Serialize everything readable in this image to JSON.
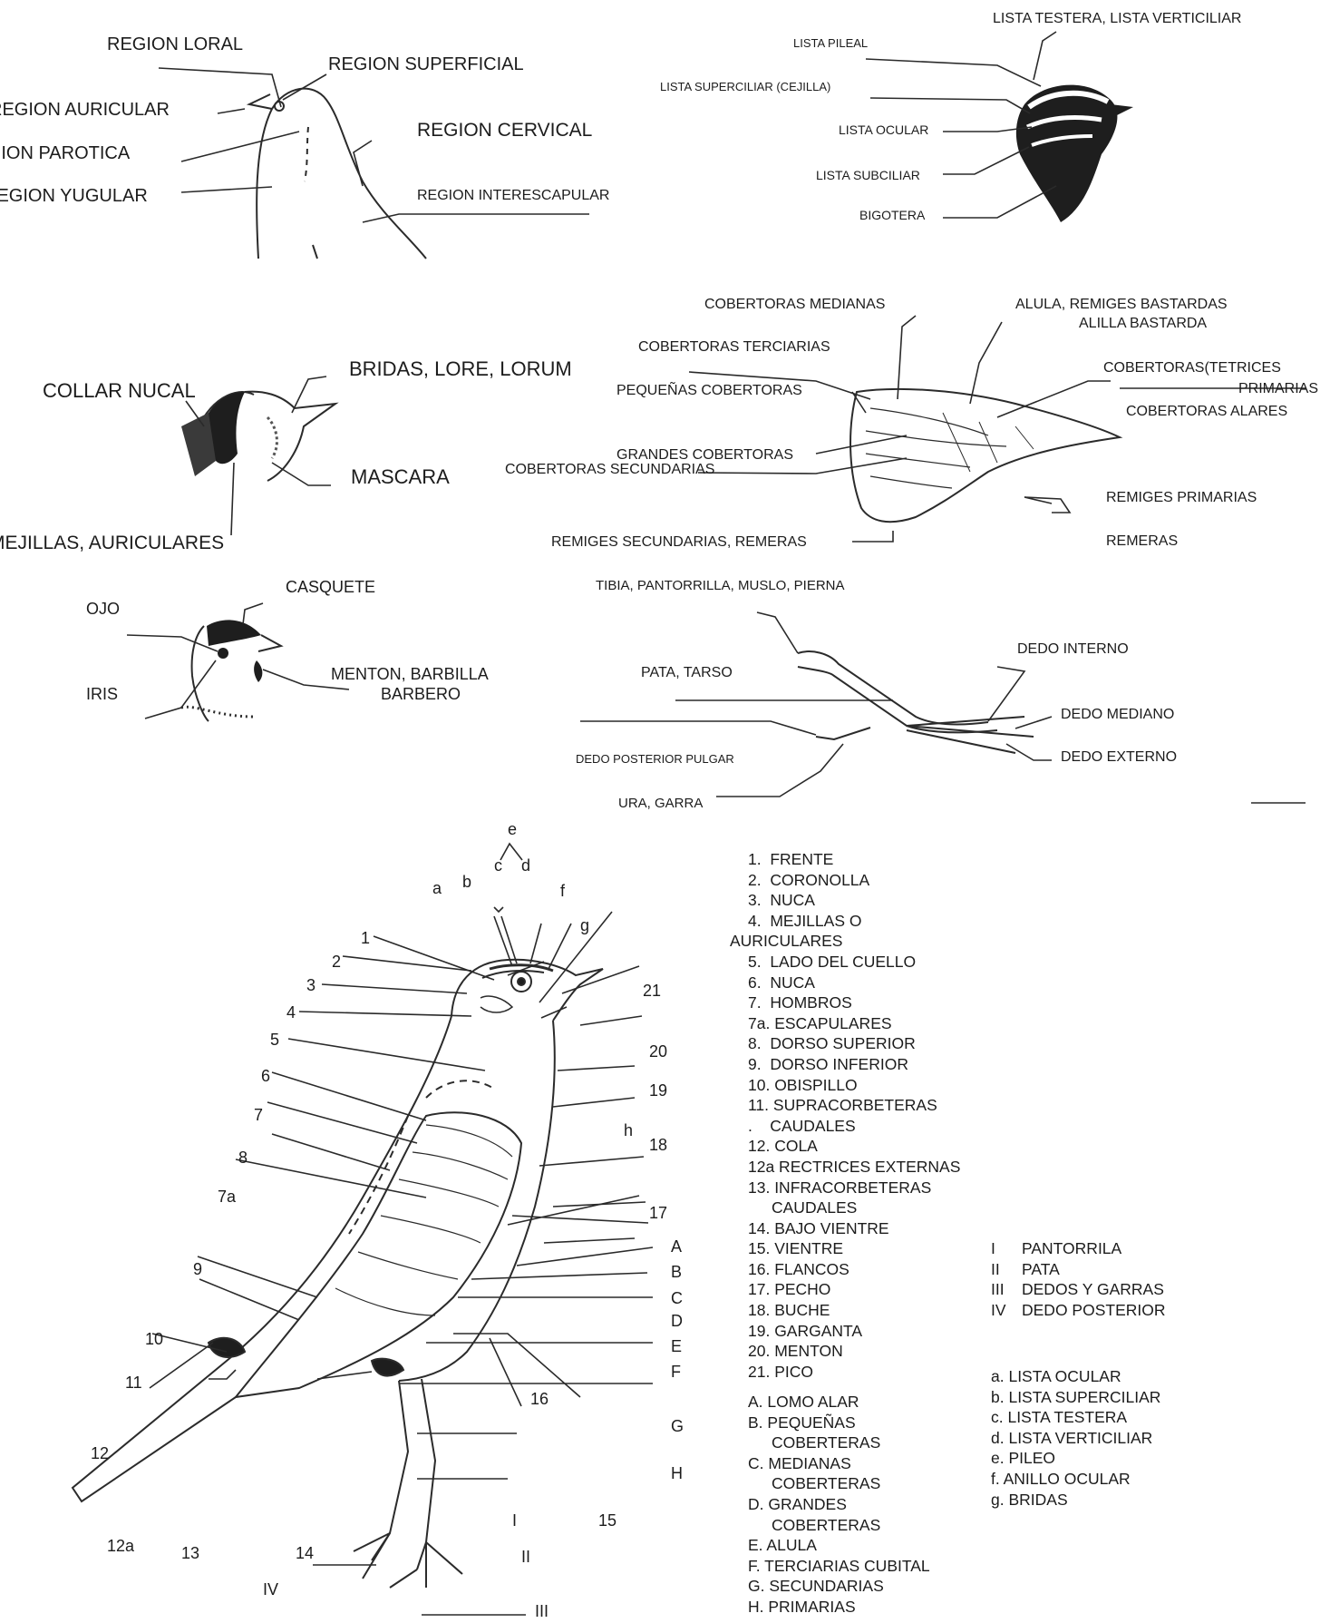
{
  "panel_head_regions": {
    "labels": [
      "REGION LORAL",
      "REGION SUPERFICIAL",
      "REGION AURICULAR",
      "REGION CERVICAL",
      "REGION PAROTICA",
      "REGION YUGULAR",
      "REGION INTERESCAPULAR"
    ]
  },
  "panel_head_stripes": {
    "labels": [
      "LISTA TESTERA, LISTA VERTICILIAR",
      "LISTA PILEAL",
      "LISTA SUPERCILIAR (CEJILLA)",
      "LISTA OCULAR",
      "LISTA SUBCILIAR",
      "BIGOTERA"
    ]
  },
  "panel_neck": {
    "labels": [
      "BRIDAS, LORE, LORUM",
      "COLLAR NUCAL",
      "MASCARA",
      "MEJILLAS, AURICULARES"
    ]
  },
  "panel_wing": {
    "labels": [
      "COBERTORAS MEDIANAS",
      "ALULA, REMIGES BASTARDAS",
      "ALILLA BASTARDA",
      "COBERTORAS TERCIARIAS",
      "COBERTORAS(TETRICES",
      "PRIMARIAS",
      "PEQUEÑAS COBERTORAS",
      "COBERTORAS ALARES",
      "GRANDES COBERTORAS",
      "COBERTORAS SECUNDARIAS",
      "REMIGES PRIMARIAS",
      "REMIGES SECUNDARIAS, REMERAS",
      "REMERAS"
    ]
  },
  "panel_face": {
    "labels": [
      "CASQUETE",
      "OJO",
      "MENTON, BARBILLA",
      "BARBERO",
      "IRIS"
    ]
  },
  "panel_leg": {
    "labels": [
      "TIBIA, PANTORRILLA, MUSLO, PIERNA",
      "DEDO INTERNO",
      "PATA, TARSO",
      "DEDO MEDIANO",
      "DEDO EXTERNO",
      "DEDO POSTERIOR PULGAR",
      "URA, GARRA"
    ]
  },
  "main_figure": {
    "number_labels": [
      "1",
      "2",
      "3",
      "4",
      "5",
      "6",
      "7",
      "7a",
      "8",
      "9",
      "10",
      "11",
      "12",
      "12a",
      "13",
      "14",
      "15",
      "16",
      "17",
      "18",
      "19",
      "20",
      "21"
    ],
    "letter_labels": [
      "a",
      "b",
      "c",
      "d",
      "e",
      "f",
      "g",
      "h"
    ],
    "capital_labels": [
      "A",
      "B",
      "C",
      "D",
      "E",
      "F",
      "G",
      "H"
    ],
    "roman_labels": [
      "I",
      "II",
      "III",
      "IV"
    ]
  },
  "legend_numbers": [
    "1.  FRENTE",
    "2.  CORONOLLA",
    "3.  NUCA",
    "4.  MEJILLAS O",
    "AURICULARES",
    "5.  LADO DEL CUELLO",
    "6.  NUCA",
    "7.  HOMBROS",
    "7a. ESCAPULARES",
    "8.  DORSO SUPERIOR",
    "9.  DORSO INFERIOR",
    "10. OBISPILLO",
    "11. SUPRACORBETERAS",
    ".    CAUDALES",
    "12. COLA",
    "12a RECTRICES EXTERNAS",
    "13. INFRACORBETERAS",
    "CAUDALES",
    "14. BAJO VIENTRE",
    "15. VIENTRE",
    "16. FLANCOS",
    "17. PECHO",
    "18. BUCHE",
    "19. GARGANTA",
    "20. MENTON",
    "21. PICO"
  ],
  "legend_capitals": [
    "A. LOMO ALAR",
    "B. PEQUEÑAS",
    "COBERTERAS",
    "C. MEDIANAS",
    "COBERTERAS",
    "D. GRANDES",
    "COBERTERAS",
    "E. ALULA",
    "F. TERCIARIAS CUBITAL",
    "G. SECUNDARIAS",
    "H. PRIMARIAS"
  ],
  "legend_roman": [
    {
      "num": "I",
      "text": "PANTORRILA"
    },
    {
      "num": "II",
      "text": "PATA"
    },
    {
      "num": "III",
      "text": "DEDOS Y GARRAS"
    },
    {
      "num": "IV",
      "text": "DEDO POSTERIOR"
    }
  ],
  "legend_letters": [
    "a. LISTA OCULAR",
    "b. LISTA SUPERCILIAR",
    "c. LISTA TESTERA",
    "d. LISTA VERTICILIAR",
    "e. PILEO",
    "f. ANILLO OCULAR",
    "g. BRIDAS"
  ]
}
